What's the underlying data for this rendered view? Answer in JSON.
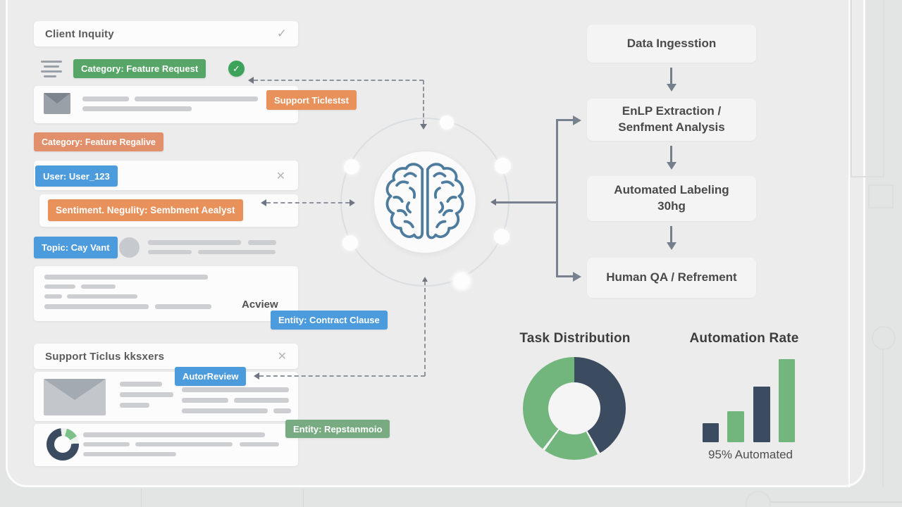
{
  "colors": {
    "green_tag": "#58a568",
    "green_badge": "#3ea35a",
    "green_muted": "#79ab83",
    "orange_tag": "#e8915a",
    "orange_muted": "#e2906b",
    "blue_tag": "#4c9bdc",
    "navy": "#3c4c60",
    "chart_green": "#72b67e",
    "panel_bg": "#ececec",
    "connector_gray": "#78818e",
    "brain_blue": "#4e7c9e"
  },
  "icons": {
    "check": "✓",
    "close": "✕"
  },
  "left_panel": {
    "inquiry_card": {
      "title": "Client Inquity"
    },
    "category_request_tag": "Category: Feature Request",
    "support_ticket_tag": "Support Ticlestst",
    "category_negative_tag": "Category: Feature Regalive",
    "user_tag": "User: User_123",
    "sentiment_tag": "Sentiment. Negulity: Sembment Aealyst",
    "topic_tag": "Topic: Cay Vant",
    "document_card": {
      "review_label": "Acview",
      "entity_tag": "Entity: Contract Clause"
    },
    "ticket_card": {
      "title": "Support Ticlus kksxers",
      "autoreview_tag": "AutorReview"
    },
    "analysis_card": {
      "entity_tag": "Entity: Repstanmoio"
    }
  },
  "flowchart": {
    "steps": [
      {
        "line1": "Data Ingesstion",
        "line2": ""
      },
      {
        "line1": "EnLP Extraction /",
        "line2": "Senfment Analysis"
      },
      {
        "line1": "Automated Labeling",
        "line2": "30hg"
      },
      {
        "line1": "Human QA / Refrement",
        "line2": ""
      }
    ]
  },
  "charts": {
    "task_distribution": {
      "title": "Task Distribution"
    },
    "automation_rate": {
      "title": "Automation Rate",
      "caption": "95% Automated"
    }
  },
  "chart_data": [
    {
      "type": "pie",
      "title": "Task Distribution",
      "donut": true,
      "segments": [
        {
          "color": "#3c4c60",
          "value_pct": 41.7
        },
        {
          "color": "#72b67e",
          "value_pct": 17.5
        },
        {
          "color": "#72b67e",
          "value_pct": 40.8
        }
      ],
      "stops": [
        [
          "#3c4c60",
          0,
          150
        ],
        [
          "#f5f5f5",
          150,
          153
        ],
        [
          "#72b67e",
          153,
          215
        ],
        [
          "#f5f5f5",
          215,
          218
        ],
        [
          "#72b67e",
          218,
          360
        ]
      ]
    },
    {
      "type": "bar",
      "title": "Automation Rate",
      "caption": "95% Automated",
      "values_relative": [
        23,
        37,
        67,
        100
      ],
      "bars": [
        {
          "h": 27,
          "color": "#3c4c60"
        },
        {
          "h": 44,
          "color": "#72b67e"
        },
        {
          "h": 79,
          "color": "#3c4c60"
        },
        {
          "h": 118,
          "color": "#72b67e"
        }
      ]
    }
  ]
}
